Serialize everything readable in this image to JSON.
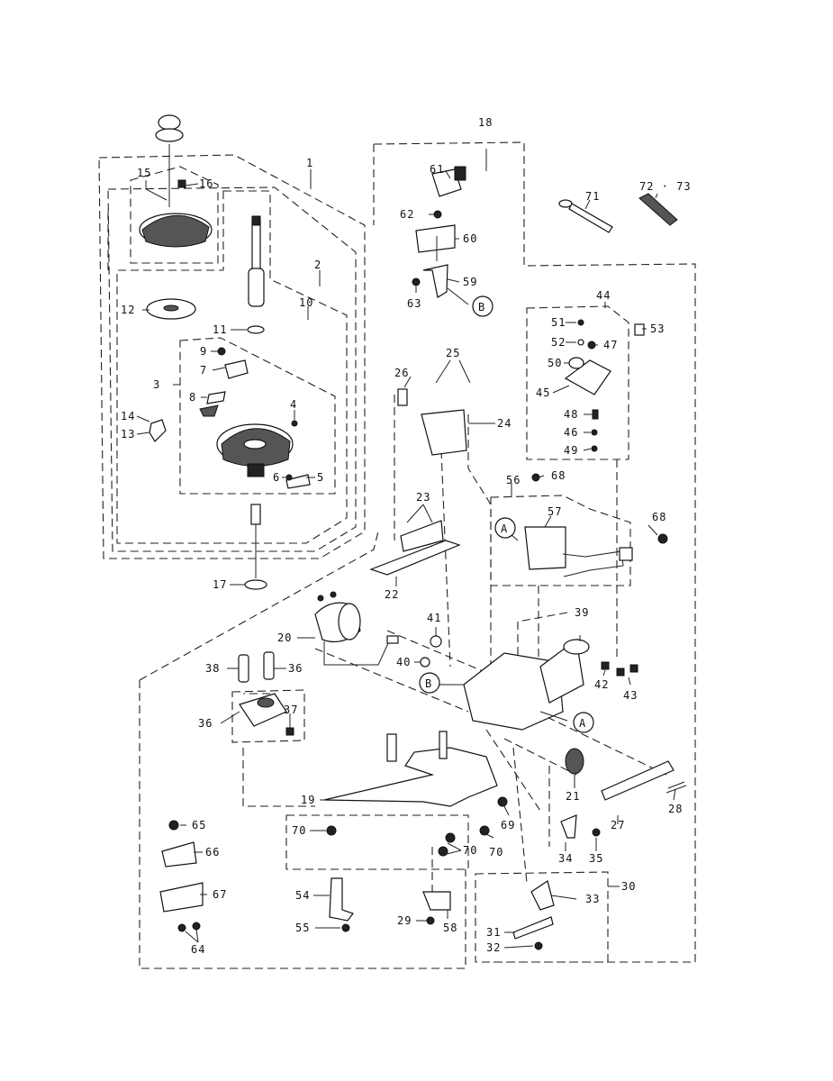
{
  "diagram": {
    "type": "exploded-parts-view",
    "callouts": [
      {
        "id": "c1",
        "label": "1"
      },
      {
        "id": "c2",
        "label": "2"
      },
      {
        "id": "c3",
        "label": "3"
      },
      {
        "id": "c4",
        "label": "4"
      },
      {
        "id": "c5",
        "label": "5"
      },
      {
        "id": "c6",
        "label": "6"
      },
      {
        "id": "c7",
        "label": "7"
      },
      {
        "id": "c8",
        "label": "8"
      },
      {
        "id": "c9",
        "label": "9"
      },
      {
        "id": "c10",
        "label": "10"
      },
      {
        "id": "c11",
        "label": "11"
      },
      {
        "id": "c12",
        "label": "12"
      },
      {
        "id": "c13",
        "label": "13"
      },
      {
        "id": "c14",
        "label": "14"
      },
      {
        "id": "c15",
        "label": "15"
      },
      {
        "id": "c16",
        "label": "16"
      },
      {
        "id": "c17",
        "label": "17"
      },
      {
        "id": "c18",
        "label": "18"
      },
      {
        "id": "c19",
        "label": "19"
      },
      {
        "id": "c20",
        "label": "20"
      },
      {
        "id": "c21",
        "label": "21"
      },
      {
        "id": "c22",
        "label": "22"
      },
      {
        "id": "c23",
        "label": "23"
      },
      {
        "id": "c24",
        "label": "24"
      },
      {
        "id": "c25",
        "label": "25"
      },
      {
        "id": "c26",
        "label": "26"
      },
      {
        "id": "c27",
        "label": "27"
      },
      {
        "id": "c28",
        "label": "28"
      },
      {
        "id": "c29",
        "label": "29"
      },
      {
        "id": "c30",
        "label": "30"
      },
      {
        "id": "c31",
        "label": "31"
      },
      {
        "id": "c32",
        "label": "32"
      },
      {
        "id": "c33",
        "label": "33"
      },
      {
        "id": "c34",
        "label": "34"
      },
      {
        "id": "c35",
        "label": "35"
      },
      {
        "id": "c36a",
        "label": "36"
      },
      {
        "id": "c36b",
        "label": "36"
      },
      {
        "id": "c37",
        "label": "37"
      },
      {
        "id": "c38",
        "label": "38"
      },
      {
        "id": "c39",
        "label": "39"
      },
      {
        "id": "c40",
        "label": "40"
      },
      {
        "id": "c41",
        "label": "41"
      },
      {
        "id": "c42",
        "label": "42"
      },
      {
        "id": "c43",
        "label": "43"
      },
      {
        "id": "c44",
        "label": "44"
      },
      {
        "id": "c45",
        "label": "45"
      },
      {
        "id": "c46",
        "label": "46"
      },
      {
        "id": "c47",
        "label": "47"
      },
      {
        "id": "c48",
        "label": "48"
      },
      {
        "id": "c49",
        "label": "49"
      },
      {
        "id": "c50",
        "label": "50"
      },
      {
        "id": "c51",
        "label": "51"
      },
      {
        "id": "c52",
        "label": "52"
      },
      {
        "id": "c53",
        "label": "53"
      },
      {
        "id": "c54",
        "label": "54"
      },
      {
        "id": "c55",
        "label": "55"
      },
      {
        "id": "c56",
        "label": "56"
      },
      {
        "id": "c57",
        "label": "57"
      },
      {
        "id": "c58",
        "label": "58"
      },
      {
        "id": "c59",
        "label": "59"
      },
      {
        "id": "c60",
        "label": "60"
      },
      {
        "id": "c61",
        "label": "61"
      },
      {
        "id": "c62",
        "label": "62"
      },
      {
        "id": "c63",
        "label": "63"
      },
      {
        "id": "c64",
        "label": "64"
      },
      {
        "id": "c65",
        "label": "65"
      },
      {
        "id": "c66",
        "label": "66"
      },
      {
        "id": "c67",
        "label": "67"
      },
      {
        "id": "c68a",
        "label": "68"
      },
      {
        "id": "c68b",
        "label": "68"
      },
      {
        "id": "c69",
        "label": "69"
      },
      {
        "id": "c70a",
        "label": "70"
      },
      {
        "id": "c70b",
        "label": "70"
      },
      {
        "id": "c70c",
        "label": "70"
      },
      {
        "id": "c71",
        "label": "71"
      },
      {
        "id": "c7273",
        "label": "72 · 73"
      }
    ],
    "markers": [
      {
        "id": "mA1",
        "label": "A"
      },
      {
        "id": "mA2",
        "label": "A"
      },
      {
        "id": "mB1",
        "label": "B"
      },
      {
        "id": "mB2",
        "label": "B"
      }
    ]
  }
}
